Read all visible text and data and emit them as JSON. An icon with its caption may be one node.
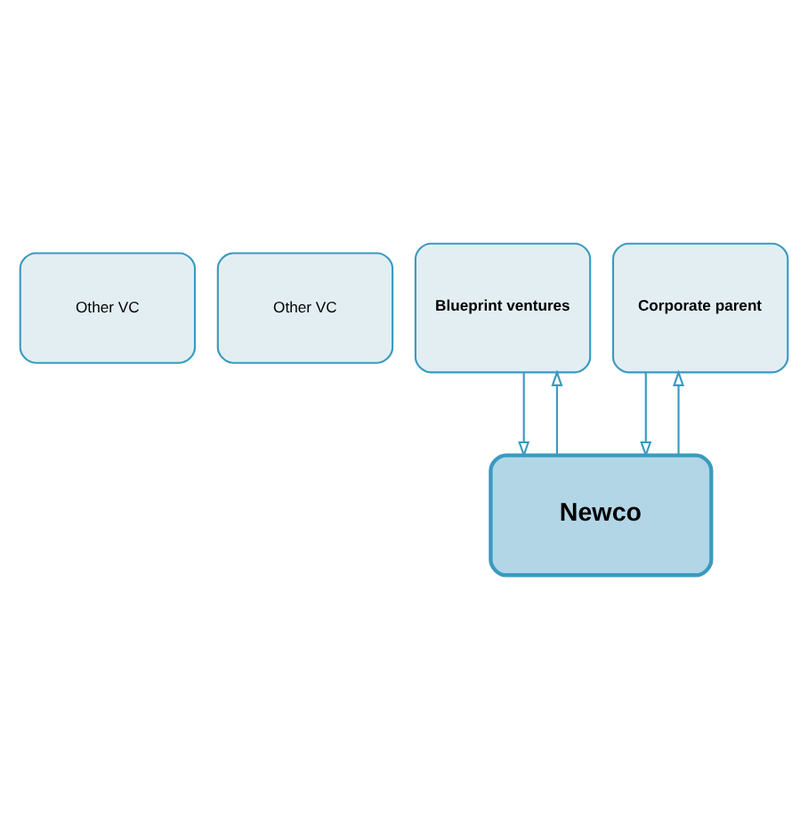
{
  "diagram": {
    "nodes": [
      {
        "text": [
          "Other VC"
        ]
      },
      {
        "text": [
          "Other VC"
        ]
      },
      {
        "text": [
          "Blueprint ventures"
        ]
      },
      {
        "text": [
          "Corporate parent"
        ]
      },
      {
        "text": [
          "Newco"
        ]
      }
    ],
    "edges": [
      {
        "from": 4,
        "to": 2,
        "arrow": "to"
      },
      {
        "from": 2,
        "to": 4,
        "arrow": "to"
      },
      {
        "from": 3,
        "to": 4,
        "arrow": "to"
      },
      {
        "from": 4,
        "to": 3,
        "arrow": "to"
      }
    ]
  }
}
